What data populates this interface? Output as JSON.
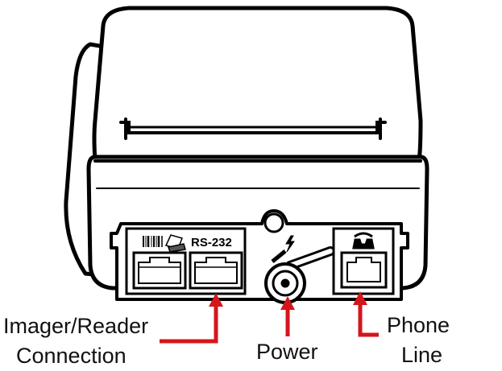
{
  "labels": {
    "imager_line1": "Imager/Reader",
    "imager_line2": "Connection",
    "power": "Power",
    "phone_line1": "Phone",
    "phone_line2": "Line",
    "rs232": "RS-232"
  },
  "colors": {
    "outline": "#000000",
    "arrow": "#d4161c",
    "background": "#ffffff",
    "fill": "#ffffff"
  },
  "icons": [
    "barcode-icon",
    "card-reader-icon",
    "power-bolt-icon",
    "phone-icon"
  ]
}
